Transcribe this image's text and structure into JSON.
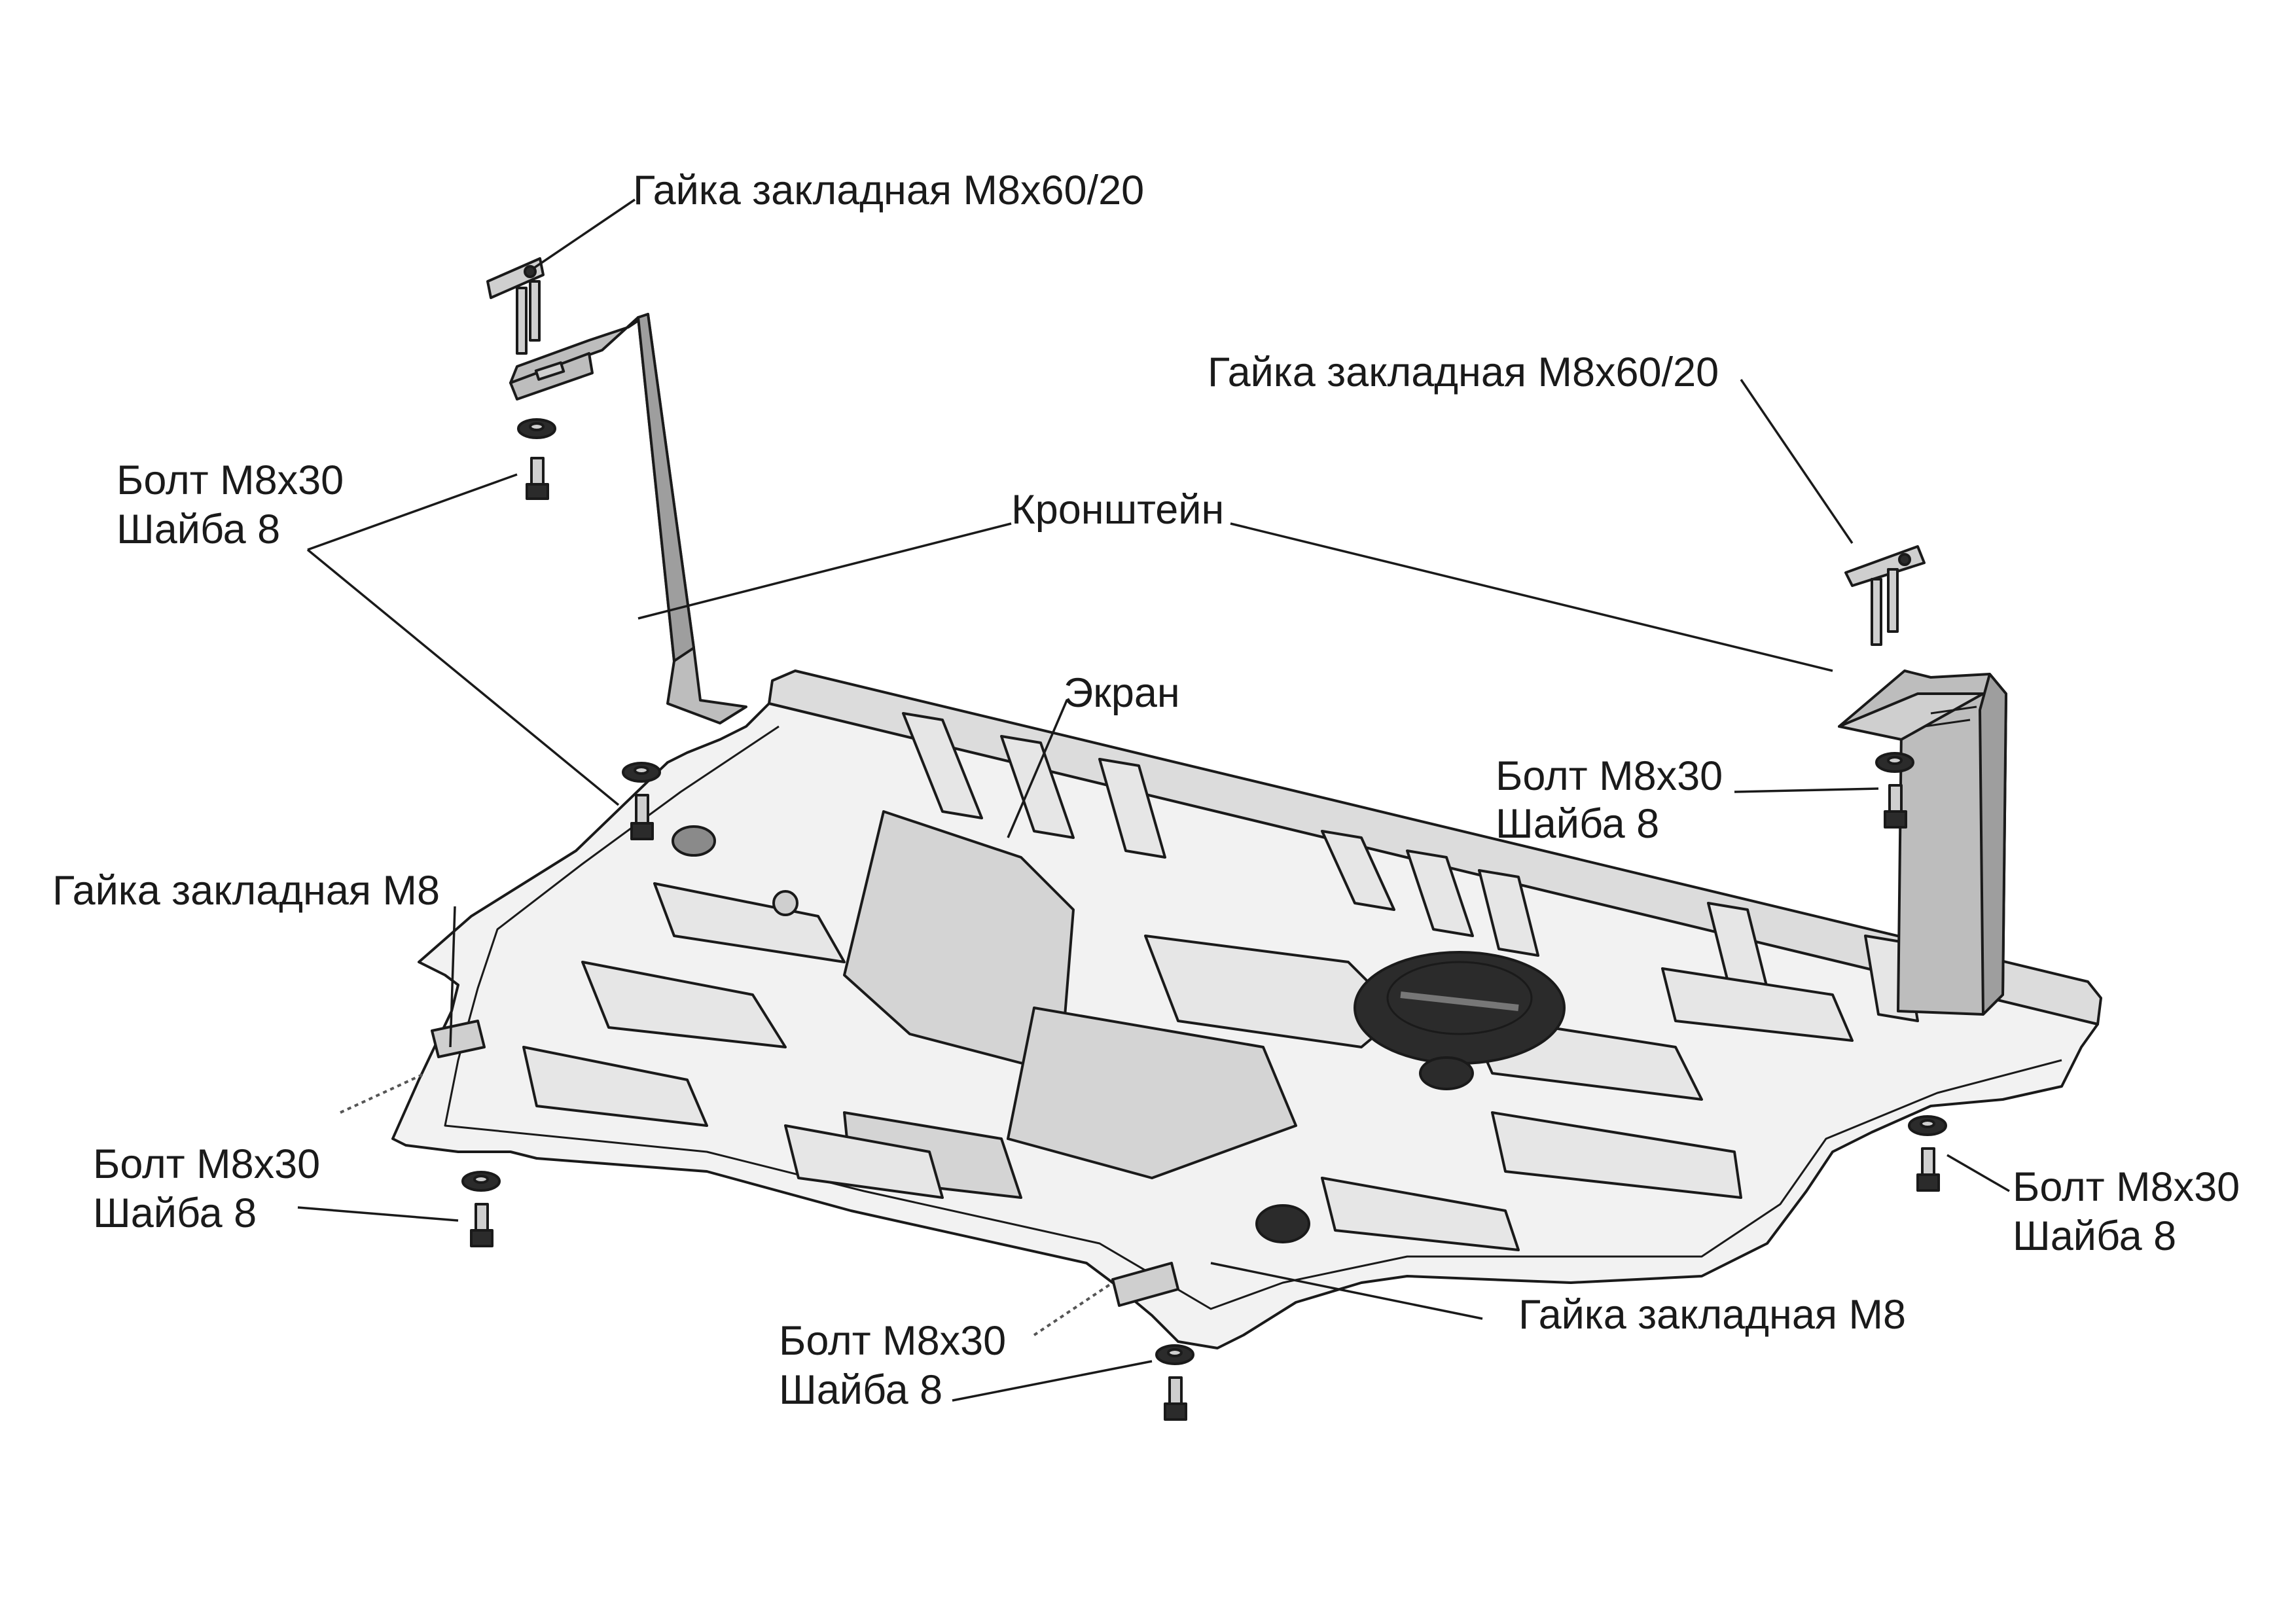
{
  "labels": {
    "nut_top_left": "Гайка закладная М8х60/20",
    "nut_top_right": "Гайка закладная М8х60/20",
    "bolt_top_left_1": "Болт М8х30",
    "bolt_top_left_2": "Шайба 8",
    "bracket": "Кронштейн",
    "screen": "Экран",
    "bolt_right_mid_1": "Болт М8х30",
    "bolt_right_mid_2": "Шайба 8",
    "nut_left_m8": "Гайка закладная М8",
    "bolt_bottom_left_1": "Болт М8х30",
    "bolt_bottom_left_2": "Шайба 8",
    "bolt_bottom_right_1": "Болт М8х30",
    "bolt_bottom_right_2": "Шайба 8",
    "bolt_bottom_center_1": "Болт М8х30",
    "bolt_bottom_center_2": "Шайба 8",
    "nut_bottom_m8": "Гайка закладная М8"
  }
}
